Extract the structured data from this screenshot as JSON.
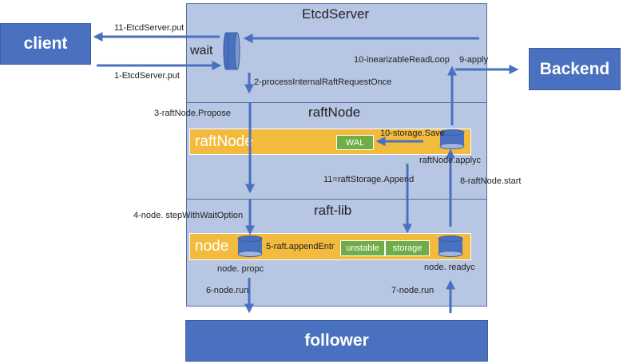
{
  "nodes": {
    "client": "client",
    "backend": "Backend",
    "follower": "follower"
  },
  "panels": {
    "etcdserver": "EtcdServer",
    "raftnode": "raftNode",
    "raftlib": "raft-lib"
  },
  "inner": {
    "raftnode_bar": "raftNode",
    "node_bar": "node",
    "wal": "WAL",
    "unstable": "unstable",
    "storage": "storage"
  },
  "queues": {
    "wait": "wait",
    "applyc": "raftNode.applyc",
    "propc": "node. propc",
    "readyc": "node. readyc"
  },
  "edges": {
    "e1": "1-EtcdServer.put",
    "e2": "2-processInternalRaftRequestOnce",
    "e3": "3-raftNode.Propose",
    "e4": "4-node. stepWithWaitOption",
    "e5": "5-raft.appendEntr",
    "e6": "6-node.run",
    "e7": "7-node.run",
    "e8": "8-raftNode.start",
    "e9": "9-apply",
    "e10a": "10-inearizableReadLoop",
    "e10b": "10-storage.Save",
    "e11a": "11-EtcdServer.put",
    "e11b": "11=raftStorage.Append"
  },
  "colors": {
    "primary_blue": "#4a71bf",
    "panel_bg": "#b6c6e3",
    "orange": "#f3bb3e",
    "green": "#70ad47",
    "arrow": "#4a71bf"
  }
}
